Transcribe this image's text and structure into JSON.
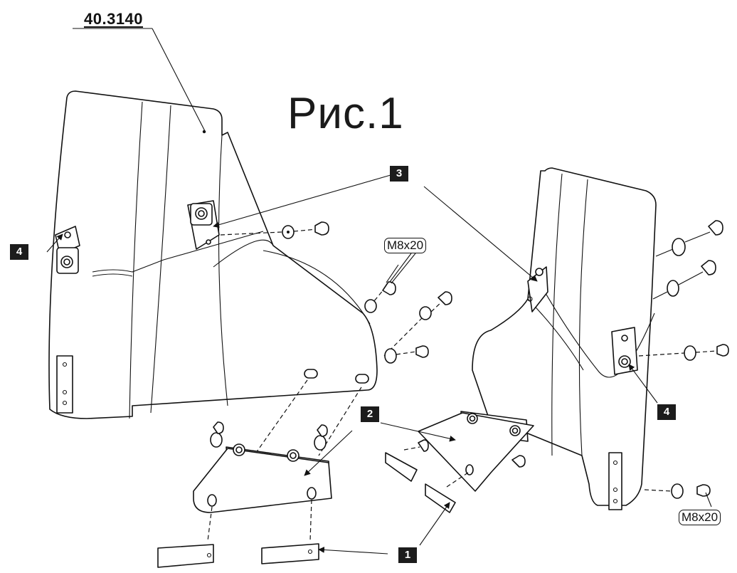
{
  "part_number": "40.3140",
  "figure_title": "Рис.1",
  "callouts": {
    "one": "1",
    "two": "2",
    "three": "3",
    "four_left": "4",
    "four_right": "4"
  },
  "bolt_sizes": {
    "top": "M8x20",
    "bottom": "M8x20"
  },
  "colors": {
    "line": "#111111",
    "background": "#ffffff",
    "callout_fill": "#1c1c1c"
  }
}
